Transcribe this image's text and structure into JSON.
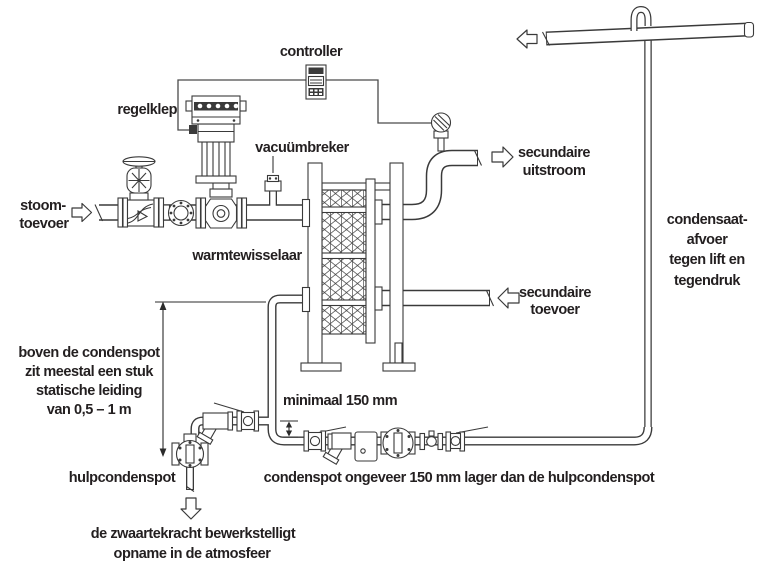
{
  "diagram": {
    "type": "piping-and-instrumentation-diagram",
    "subject": "steam heated plate heat exchanger with condensate drainage",
    "language": "nl",
    "colors": {
      "line": "#3a3a3a",
      "text": "#231f20",
      "background": "#ffffff"
    },
    "labels": {
      "controller": "controller",
      "regelklep": "regelklep",
      "vacuumbreker": "vacuümbreker",
      "stoom_toevoer": [
        "stoom-",
        "toevoer"
      ],
      "warmtewisselaar": "warmtewisselaar",
      "secundaire_uitstroom": [
        "secundaire",
        "uitstroom"
      ],
      "secundaire_toevoer": [
        "secundaire",
        "toevoer"
      ],
      "condensaat_afvoer": [
        "condensaat-",
        "afvoer",
        "tegen lift en",
        "tegendruk"
      ],
      "statische_leiding": [
        "boven de condenspot",
        "zit meestal een stuk",
        "statische leiding",
        "van 0,5 – 1 m"
      ],
      "minimaal_150": "minimaal 150 mm",
      "hulpcondenspot": "hulpcondenspot",
      "condenspot_lager": "condenspot ongeveer 150 mm lager dan de hulpcondenspot",
      "zwaartekracht": [
        "de zwaartekracht bewerkstelligt",
        "opname in de atmosfeer"
      ]
    }
  }
}
